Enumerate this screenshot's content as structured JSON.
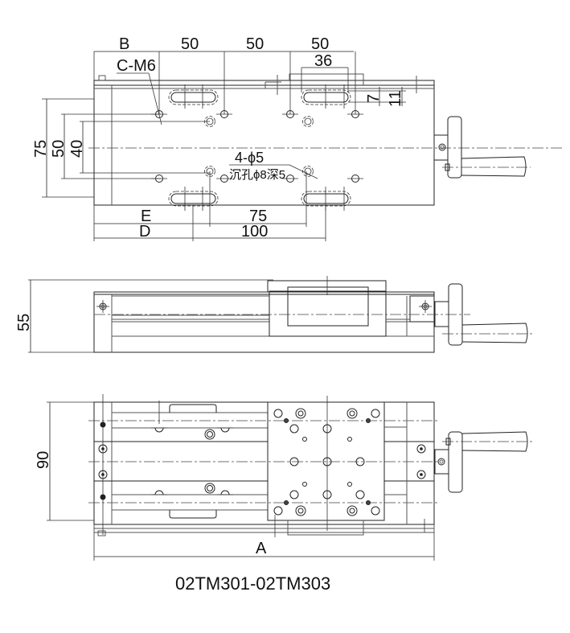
{
  "title": "02TM301-02TM303",
  "top_view": {
    "dimensions": {
      "B": "B",
      "pitch_1": "50",
      "pitch_2": "50",
      "pitch_3": "50",
      "slot_length": "36",
      "thread_label": "C-M6",
      "slot_offset_7": "7",
      "slot_offset_11": "11",
      "height_75": "75",
      "height_50": "50",
      "height_40": "40",
      "E": "E",
      "D": "D",
      "span_75": "75",
      "span_100": "100",
      "counterbore_line1": "4-ϕ5",
      "counterbore_line2": "沉孔ϕ8深5"
    }
  },
  "side_view": {
    "dimensions": {
      "height_55": "55"
    }
  },
  "front_view": {
    "dimensions": {
      "width_90": "90",
      "A": "A"
    }
  }
}
